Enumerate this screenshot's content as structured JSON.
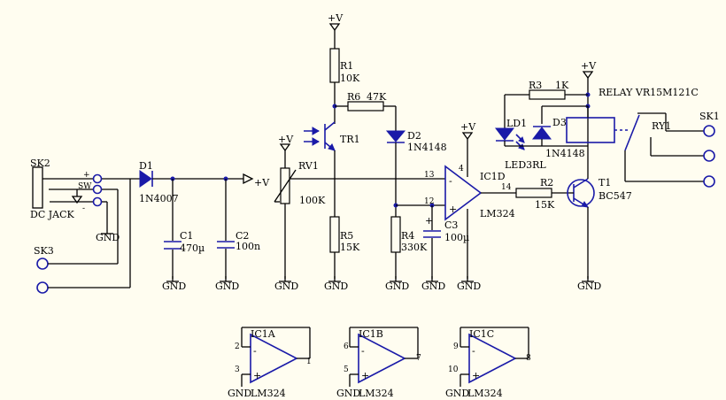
{
  "power": {
    "vcc": "+V",
    "gnd": "GND"
  },
  "components": {
    "sk2": "SK2",
    "dc_jack": "DC JACK",
    "sw": "SW",
    "plus": "+",
    "minus": "-",
    "sk3": "SK3",
    "sk1": "SK1",
    "d1": {
      "ref": "D1",
      "value": "1N4007"
    },
    "c1": {
      "ref": "C1",
      "value": "470µ"
    },
    "c2": {
      "ref": "C2",
      "value": "100n"
    },
    "rv1": {
      "ref": "RV1",
      "value": "100K"
    },
    "r1": {
      "ref": "R1",
      "value": "10K"
    },
    "tr1": {
      "ref": "TR1"
    },
    "r5": {
      "ref": "R5",
      "value": "15K"
    },
    "r6": {
      "ref": "R6",
      "value": "47K"
    },
    "d2": {
      "ref": "D2",
      "value": "1N4148"
    },
    "r4": {
      "ref": "R4",
      "value": "330K"
    },
    "c3": {
      "ref": "C3",
      "value": "100µ"
    },
    "ic1d": {
      "ref": "IC1D",
      "part": "LM324",
      "pin_inv": "13",
      "pin_noninv": "12",
      "pin_out": "14",
      "pin_v": "4"
    },
    "r2": {
      "ref": "R2",
      "value": "15K"
    },
    "r3": {
      "ref": "R3",
      "value": "1K"
    },
    "ld1": {
      "ref": "LD1",
      "value": "LED3RL"
    },
    "d3": {
      "ref": "D3",
      "value": "1N4148"
    },
    "t1": {
      "ref": "T1",
      "value": "BC547"
    },
    "relay": {
      "label": "RELAY VR15M121C",
      "ref": "RY1"
    },
    "ic1a": {
      "ref": "IC1A",
      "part": "LM324",
      "pin_inv": "2",
      "pin_noninv": "3",
      "pin_out": "1"
    },
    "ic1b": {
      "ref": "IC1B",
      "part": "LM324",
      "pin_inv": "6",
      "pin_noninv": "5",
      "pin_out": "7"
    },
    "ic1c": {
      "ref": "IC1C",
      "part": "LM324",
      "pin_inv": "9",
      "pin_noninv": "10",
      "pin_out": "8"
    }
  }
}
